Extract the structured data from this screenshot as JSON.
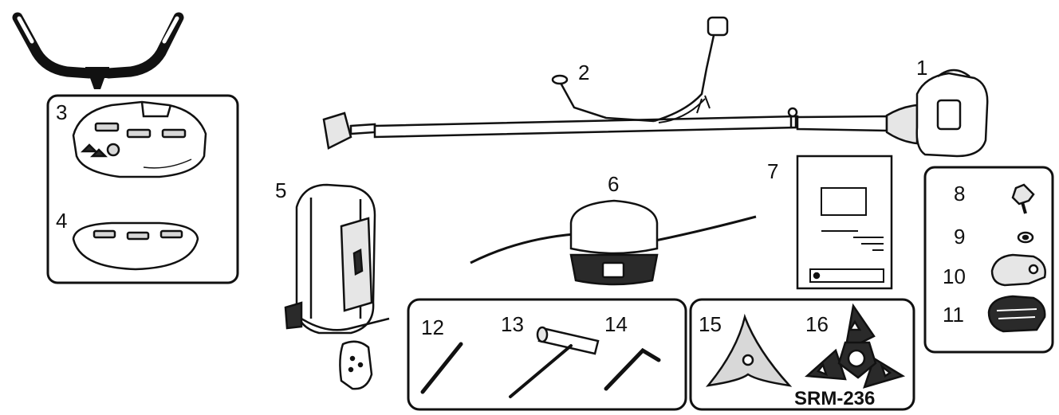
{
  "colors": {
    "ink": "#111111",
    "paper": "#ffffff",
    "shade": "#d8d8d8",
    "dark": "#2a2a2a"
  },
  "parts": [
    {
      "id": "engine-unit",
      "number": "1"
    },
    {
      "id": "loop-handle",
      "number": "2"
    },
    {
      "id": "debris-shield",
      "number": "3"
    },
    {
      "id": "shield-extension",
      "number": "4"
    },
    {
      "id": "shoulder-harness",
      "number": "5"
    },
    {
      "id": "trimmer-head",
      "number": "6"
    },
    {
      "id": "operators-manual",
      "number": "7"
    },
    {
      "id": "knob-bolt",
      "number": "8"
    },
    {
      "id": "washer",
      "number": "9"
    },
    {
      "id": "handle-clamp",
      "number": "10"
    },
    {
      "id": "guard-bracket",
      "number": "11"
    },
    {
      "id": "screwdriver",
      "number": "12"
    },
    {
      "id": "socket-wrench",
      "number": "13"
    },
    {
      "id": "hex-key",
      "number": "14"
    },
    {
      "id": "three-tooth-blade",
      "number": "15"
    },
    {
      "id": "blade-guard",
      "number": "16"
    }
  ],
  "model_label": "SRM-236"
}
